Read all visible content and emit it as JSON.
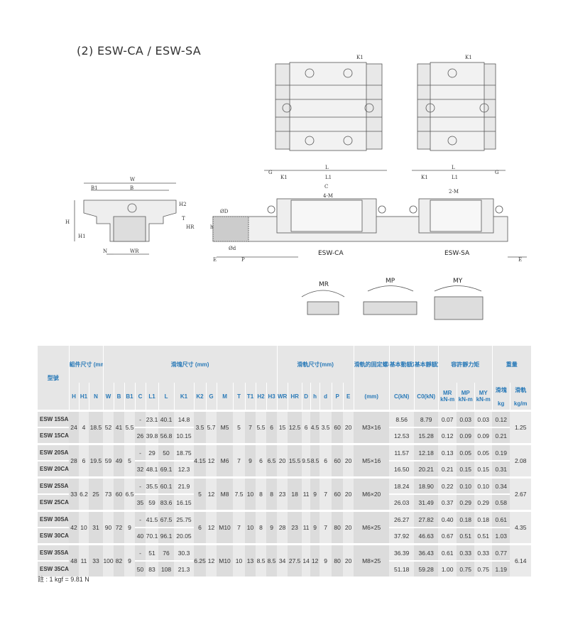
{
  "title": "(2) ESW-CA / ESW-SA",
  "drawing_labels": {
    "k1_top_a": "K1",
    "k1_top_b": "K1",
    "w": "W",
    "b": "B",
    "b1": "B1",
    "h": "H",
    "h1": "H1",
    "h2": "H2",
    "t": "T",
    "n": "N",
    "wr": "WR",
    "hr": "HR",
    "od": "ØD",
    "h_small": "h",
    "d_small": "Ød",
    "e": "E",
    "p": "P",
    "g_left": "G",
    "g_right": "G",
    "l_left": "L",
    "l_right": "L",
    "l1_left": "L1",
    "l1_right": "L1",
    "k1_left": "K1",
    "k1_right": "K1",
    "c": "C",
    "m4": "4-M",
    "m2": "2-M",
    "e_right": "E",
    "esw_ca": "ESW-CA",
    "esw_sa": "ESW-SA",
    "mr": "MR",
    "mp": "MP",
    "my": "MY"
  },
  "table": {
    "h_model": "型號",
    "h_assembly": "組件尺寸 (mm)",
    "h_block": "滑塊尺寸 (mm)",
    "h_rail": "滑軌尺寸(mm)",
    "h_bolt": "滑軌的固定螺栓尺寸",
    "h_dyn": "基本動額定負荷",
    "h_static": "基本靜額定負荷",
    "h_moment": "容許靜力矩",
    "h_weight": "重量",
    "cols_assembly": [
      "H",
      "H1",
      "N"
    ],
    "cols_block": [
      "W",
      "B",
      "B1",
      "C",
      "L1",
      "L",
      "K1",
      "K2",
      "G",
      "M",
      "T",
      "T1",
      "H2",
      "H3"
    ],
    "cols_rail": [
      "WR",
      "HR",
      "D",
      "h",
      "d",
      "P",
      "E"
    ],
    "unit_bolt": "(mm)",
    "unit_c": "C(kN)",
    "unit_c0": "C0(kN)",
    "cols_moment": [
      "MR",
      "MP",
      "MY"
    ],
    "unit_moment": "kN-m",
    "h_block_w": "滑塊",
    "h_rail_w": "滑軌",
    "unit_kg": "kg",
    "unit_kgm": "kg/m",
    "groups": [
      {
        "H": "24",
        "H1": "4",
        "N": "18.5",
        "W": "52",
        "B": "41",
        "B1": "5.5",
        "K2": "3.5",
        "G": "5.7",
        "M": "M5",
        "T": "5",
        "T1": "7",
        "H2": "5.5",
        "H3": "6",
        "WR": "15",
        "HR": "12.5",
        "D": "6",
        "h": "4.5",
        "d": "3.5",
        "P": "60",
        "E": "20",
        "bolt": "M3×16",
        "kgm": "1.25",
        "rows": [
          {
            "model": "ESW 15SA",
            "C": "-",
            "L1": "23.1",
            "L": "40.1",
            "K1": "14.8",
            "Ckn": "8.56",
            "C0": "8.79",
            "MR": "0.07",
            "MP": "0.03",
            "MY": "0.03",
            "kg": "0.12"
          },
          {
            "model": "ESW 15CA",
            "C": "26",
            "L1": "39.8",
            "L": "56.8",
            "K1": "10.15",
            "Ckn": "12.53",
            "C0": "15.28",
            "MR": "0.12",
            "MP": "0.09",
            "MY": "0.09",
            "kg": "0.21"
          }
        ]
      },
      {
        "H": "28",
        "H1": "6",
        "N": "19.5",
        "W": "59",
        "B": "49",
        "B1": "5",
        "K2": "4.15",
        "G": "12",
        "M": "M6",
        "T": "7",
        "T1": "9",
        "H2": "6",
        "H3": "6.5",
        "WR": "20",
        "HR": "15.5",
        "D": "9.5",
        "h": "8.5",
        "d": "6",
        "P": "60",
        "E": "20",
        "bolt": "M5×16",
        "kgm": "2.08",
        "rows": [
          {
            "model": "ESW 20SA",
            "C": "-",
            "L1": "29",
            "L": "50",
            "K1": "18.75",
            "Ckn": "11.57",
            "C0": "12.18",
            "MR": "0.13",
            "MP": "0.05",
            "MY": "0.05",
            "kg": "0.19"
          },
          {
            "model": "ESW 20CA",
            "C": "32",
            "L1": "48.1",
            "L": "69.1",
            "K1": "12.3",
            "Ckn": "16.50",
            "C0": "20.21",
            "MR": "0.21",
            "MP": "0.15",
            "MY": "0.15",
            "kg": "0.31"
          }
        ]
      },
      {
        "H": "33",
        "H1": "6.2",
        "N": "25",
        "W": "73",
        "B": "60",
        "B1": "6.5",
        "K2": "5",
        "G": "12",
        "M": "M8",
        "T": "7.5",
        "T1": "10",
        "H2": "8",
        "H3": "8",
        "WR": "23",
        "HR": "18",
        "D": "11",
        "h": "9",
        "d": "7",
        "P": "60",
        "E": "20",
        "bolt": "M6×20",
        "kgm": "2.67",
        "rows": [
          {
            "model": "ESW 25SA",
            "C": "-",
            "L1": "35.5",
            "L": "60.1",
            "K1": "21.9",
            "Ckn": "18.24",
            "C0": "18.90",
            "MR": "0.22",
            "MP": "0.10",
            "MY": "0.10",
            "kg": "0.34"
          },
          {
            "model": "ESW 25CA",
            "C": "35",
            "L1": "59",
            "L": "83.6",
            "K1": "16.15",
            "Ckn": "26.03",
            "C0": "31.49",
            "MR": "0.37",
            "MP": "0.29",
            "MY": "0.29",
            "kg": "0.58"
          }
        ]
      },
      {
        "H": "42",
        "H1": "10",
        "N": "31",
        "W": "90",
        "B": "72",
        "B1": "9",
        "K2": "6",
        "G": "12",
        "M": "M10",
        "T": "7",
        "T1": "10",
        "H2": "8",
        "H3": "9",
        "WR": "28",
        "HR": "23",
        "D": "11",
        "h": "9",
        "d": "7",
        "P": "80",
        "E": "20",
        "bolt": "M6×25",
        "kgm": "4.35",
        "rows": [
          {
            "model": "ESW 30SA",
            "C": "-",
            "L1": "41.5",
            "L": "67.5",
            "K1": "25.75",
            "Ckn": "26.27",
            "C0": "27.82",
            "MR": "0.40",
            "MP": "0.18",
            "MY": "0.18",
            "kg": "0.61"
          },
          {
            "model": "ESW 30CA",
            "C": "40",
            "L1": "70.1",
            "L": "96.1",
            "K1": "20.05",
            "Ckn": "37.92",
            "C0": "46.63",
            "MR": "0.67",
            "MP": "0.51",
            "MY": "0.51",
            "kg": "1.03"
          }
        ]
      },
      {
        "H": "48",
        "H1": "11",
        "N": "33",
        "W": "100",
        "B": "82",
        "B1": "9",
        "K2": "6.25",
        "G": "12",
        "M": "M10",
        "T": "10",
        "T1": "13",
        "H2": "8.5",
        "H3": "8.5",
        "WR": "34",
        "HR": "27.5",
        "D": "14",
        "h": "12",
        "d": "9",
        "P": "80",
        "E": "20",
        "bolt": "M8×25",
        "kgm": "6.14",
        "rows": [
          {
            "model": "ESW 35SA",
            "C": "-",
            "L1": "51",
            "L": "76",
            "K1": "30.3",
            "Ckn": "36.39",
            "C0": "36.43",
            "MR": "0.61",
            "MP": "0.33",
            "MY": "0.33",
            "kg": "0.77"
          },
          {
            "model": "ESW 35CA",
            "C": "50",
            "L1": "83",
            "L": "108",
            "K1": "21.3",
            "Ckn": "51.18",
            "C0": "59.28",
            "MR": "1.00",
            "MP": "0.75",
            "MY": "0.75",
            "kg": "1.19"
          }
        ]
      }
    ]
  },
  "note": "註 : 1 kgf = 9.81 N"
}
